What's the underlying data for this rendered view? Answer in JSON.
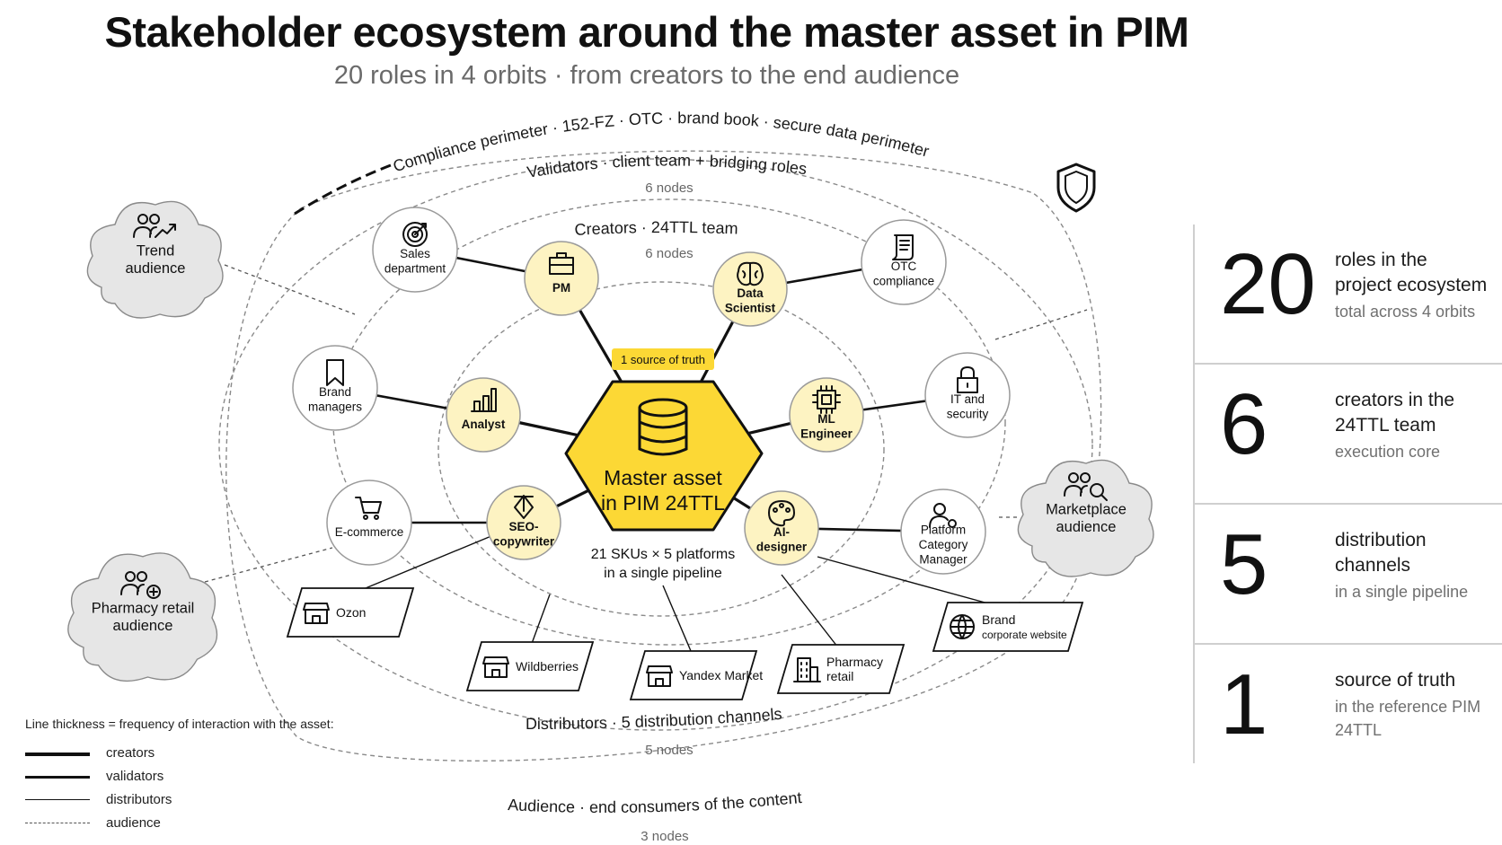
{
  "title": "Stakeholder ecosystem around the master asset in PIM",
  "subtitle": "20 roles in 4 orbits  ·  from creators to the end audience",
  "compliance_label": "Compliance perimeter  ·  152-FZ  ·  OTC  ·  brand book  ·  secure data perimeter",
  "orbits": {
    "validators": {
      "title": "Validators  ·  client team + bridging roles",
      "count": "6 nodes"
    },
    "creators": {
      "title": "Creators  ·  24TTL team",
      "count": "6 nodes"
    },
    "distributors": {
      "title": "Distributors  ·  5 distribution channels",
      "count": "5 nodes"
    },
    "audience": {
      "title": "Audience  ·  end consumers of the content",
      "count": "3 nodes"
    }
  },
  "center": {
    "badge": "1 source of truth",
    "title_line1": "Master asset",
    "title_line2": "in PIM 24TTL",
    "caption_line1": "21 SKUs × 5 platforms",
    "caption_line2": "in a single pipeline",
    "fill": "#fcd835"
  },
  "creators": [
    {
      "key": "pm",
      "icon": "briefcase-icon",
      "lines": [
        "PM"
      ]
    },
    {
      "key": "data-scientist",
      "icon": "brain-icon",
      "lines": [
        "Data",
        "Scientist"
      ]
    },
    {
      "key": "analyst",
      "icon": "bar-chart-icon",
      "lines": [
        "Analyst"
      ]
    },
    {
      "key": "ml-engineer",
      "icon": "chip-icon",
      "lines": [
        "ML",
        "Engineer"
      ]
    },
    {
      "key": "seo-copywriter",
      "icon": "pen-nib-icon",
      "lines": [
        "SEO-",
        "copywriter"
      ]
    },
    {
      "key": "ai-designer",
      "icon": "palette-icon",
      "lines": [
        "AI-",
        "designer"
      ]
    }
  ],
  "validators": [
    {
      "key": "sales-department",
      "icon": "target-icon",
      "lines": [
        "Sales",
        "department"
      ]
    },
    {
      "key": "otc-compliance",
      "icon": "scroll-icon",
      "lines": [
        "OTC",
        "compliance"
      ]
    },
    {
      "key": "brand-managers",
      "icon": "bookmark-icon",
      "lines": [
        "Brand",
        "managers"
      ]
    },
    {
      "key": "it-security",
      "icon": "lock-icon",
      "lines": [
        "IT and",
        "security"
      ]
    },
    {
      "key": "e-commerce",
      "icon": "cart-icon",
      "lines": [
        "E-commerce"
      ]
    },
    {
      "key": "platform-category-manager",
      "icon": "user-gear-icon",
      "lines": [
        "Platform",
        "Category",
        "Manager"
      ]
    }
  ],
  "distributors": [
    {
      "key": "ozon",
      "icon": "storefront-icon",
      "lines": [
        "Ozon"
      ]
    },
    {
      "key": "wildberries",
      "icon": "storefront-icon",
      "lines": [
        "Wildberries"
      ]
    },
    {
      "key": "yandex-market",
      "icon": "storefront-icon",
      "lines": [
        "Yandex Market"
      ]
    },
    {
      "key": "pharmacy-retail",
      "icon": "building-icon",
      "lines": [
        "Pharmacy",
        "retail"
      ]
    },
    {
      "key": "brand-website",
      "icon": "globe-icon",
      "lines": [
        "Brand",
        "corporate website"
      ]
    }
  ],
  "audience": [
    {
      "key": "trend",
      "icon": "users-trend-icon",
      "lines": [
        "Trend",
        "audience"
      ]
    },
    {
      "key": "pharmacy",
      "icon": "users-plus-icon",
      "lines": [
        "Pharmacy retail",
        "audience"
      ]
    },
    {
      "key": "marketplace",
      "icon": "users-search-icon",
      "lines": [
        "Marketplace",
        "audience"
      ]
    }
  ],
  "stats": [
    {
      "value": "20",
      "line1": "roles in the",
      "line2": "project ecosystem",
      "line3": "total across 4 orbits"
    },
    {
      "value": "6",
      "line1": "creators in the",
      "line2": "24TTL team",
      "line3": "execution core"
    },
    {
      "value": "5",
      "line1": "distribution",
      "line2": "channels",
      "line3": "in a single pipeline"
    },
    {
      "value": "1",
      "line1": "source of truth",
      "line2": "",
      "line3": "in the reference PIM 24TTL"
    }
  ],
  "legend": {
    "title": "Line thickness = frequency of interaction with the asset:",
    "items": [
      {
        "label": "creators",
        "style": "thick"
      },
      {
        "label": "validators",
        "style": "medium"
      },
      {
        "label": "distributors",
        "style": "thin"
      },
      {
        "label": "audience",
        "style": "dashed"
      }
    ]
  },
  "colors": {
    "accent": "#fcd835",
    "creator_fill": "#fdf3c2",
    "cloud_fill": "#e6e6e6",
    "badge": "#fcd835"
  }
}
